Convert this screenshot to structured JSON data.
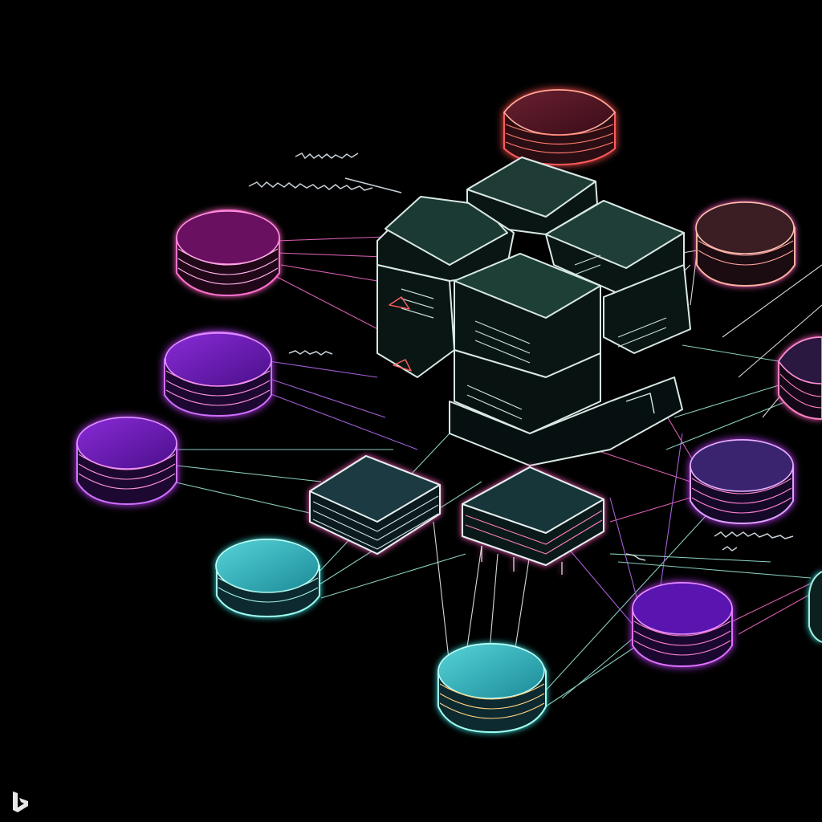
{
  "scene": {
    "background": "#000000",
    "central_cluster": {
      "block_count": 6,
      "top_face": "#1b3a34",
      "outline": "#d8e8e4"
    },
    "disk_nodes": [
      {
        "id": "top-red",
        "fill": "#5a1a2c",
        "edge": "#ff5a5a"
      },
      {
        "id": "left-magenta",
        "fill": "#6a1060",
        "edge": "#ff70d0"
      },
      {
        "id": "left-purple-1",
        "fill": "#6a18b0",
        "edge": "#d070ff"
      },
      {
        "id": "left-purple-2",
        "fill": "#6a18b0",
        "edge": "#d070ff"
      },
      {
        "id": "left-cyan",
        "fill": "#2aa8b0",
        "edge": "#a0fff0"
      },
      {
        "id": "bottom-cyan",
        "fill": "#2aa0b0",
        "edge": "#a0fff0"
      },
      {
        "id": "right-brown",
        "fill": "#3a1e24",
        "edge": "#ffb0a0"
      },
      {
        "id": "right-purple",
        "fill": "#3a2470",
        "edge": "#e0a0ff"
      },
      {
        "id": "right-violet",
        "fill": "#5a14b0",
        "edge": "#e070ff"
      },
      {
        "id": "right-edge",
        "fill": "#2a1840",
        "edge": "#ff80c0"
      }
    ],
    "lower_blocks": [
      {
        "id": "lower-left",
        "fill": "#1c3a42",
        "edge": "#e8f0f0"
      },
      {
        "id": "lower-right",
        "fill": "#17363a",
        "edge": "#e8f0f0"
      }
    ],
    "line_colors": [
      "#ff70d0",
      "#a0f0e0",
      "#c070ff",
      "#ffffff"
    ]
  },
  "watermark": {
    "icon": "bing-logo-icon"
  }
}
